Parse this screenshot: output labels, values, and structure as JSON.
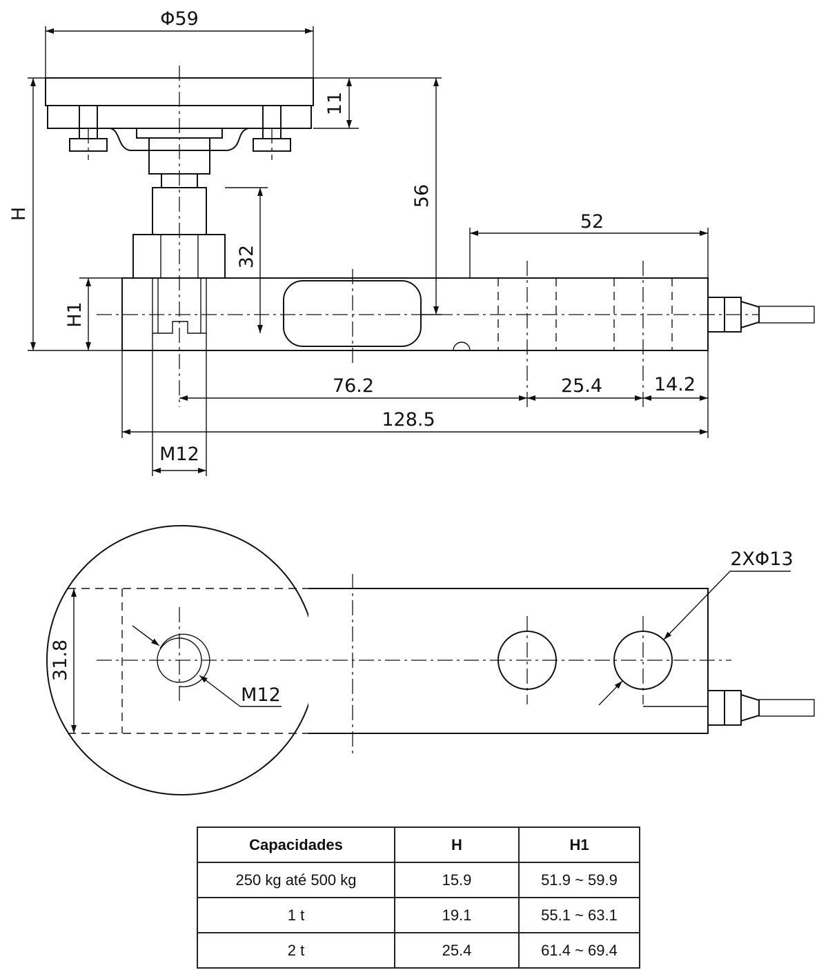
{
  "dimensions": {
    "phi59": "Φ59",
    "d11": "11",
    "d56": "56",
    "H": "H",
    "d32": "32",
    "H1": "H1",
    "d52": "52",
    "d76_2": "76.2",
    "d25_4": "25.4",
    "d14_2": "14.2",
    "d128_5": "128.5",
    "m12_side": "M12",
    "d31_8": "31.8",
    "m12_top": "M12",
    "holes": "2XΦ13"
  },
  "table": {
    "headers": [
      "Capacidades",
      "H",
      "H1"
    ],
    "rows": [
      [
        "250 kg até 500 kg",
        "15.9",
        "51.9 ~ 59.9"
      ],
      [
        "1 t",
        "19.1",
        "55.1 ~ 63.1"
      ],
      [
        "2 t",
        "25.4",
        "61.4 ~ 69.4"
      ]
    ]
  }
}
